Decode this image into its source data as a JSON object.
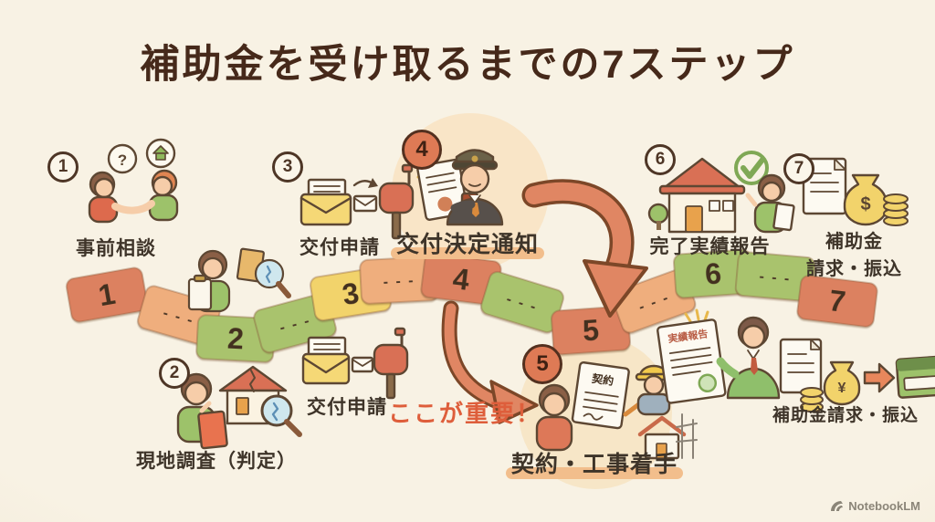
{
  "title": "補助金を受け取るまでの7ステップ",
  "steps": [
    {
      "num": "1",
      "label": "事前相談"
    },
    {
      "num": "2",
      "label": "現地調査（判定）"
    },
    {
      "num": "3",
      "label": "交付申請"
    },
    {
      "num": "4",
      "label": "交付決定通知"
    },
    {
      "num": "5",
      "label": "契約・工事着手"
    },
    {
      "num": "6",
      "label": "完了実績報告"
    },
    {
      "num": "7",
      "label": "補助金",
      "label2": "請求・振込"
    }
  ],
  "extras": {
    "application_label": "交付申請",
    "claim_label": "補助金請求・振込",
    "important_note": "ここが重要！",
    "contract_doc_text": "契約",
    "report_doc_text": "実績報告",
    "question_mark": "?",
    "dollar_sign": "$",
    "yen_sign": "¥"
  },
  "path_tiles": [
    {
      "text": "1",
      "color": "#DC8160"
    },
    {
      "text": "- - -",
      "color": "#EFAE7D"
    },
    {
      "text": "2",
      "color": "#A9C36D"
    },
    {
      "text": "- - -",
      "color": "#A9C36D"
    },
    {
      "text": "3",
      "color": "#F2D36B"
    },
    {
      "text": "- - -",
      "color": "#EFAE7D"
    },
    {
      "text": "4",
      "color": "#DC8160"
    },
    {
      "text": "- - -",
      "color": "#A9C36D"
    },
    {
      "text": "5",
      "color": "#DC8160"
    },
    {
      "text": "- - -",
      "color": "#EFAE7D"
    },
    {
      "text": "6",
      "color": "#A9C36D"
    },
    {
      "text": "- - -",
      "color": "#A9C36D"
    },
    {
      "text": "7",
      "color": "#DC8160"
    }
  ],
  "watermark": "NotebookLM",
  "colors": {
    "background": "#F7F1E3",
    "title": "#46291A",
    "label": "#3E3429",
    "accent_red": "#DE5E3B",
    "highlight_bar": "#F2BE8C",
    "arrow": "#E08663",
    "tile_red": "#DC8160",
    "tile_orange": "#EFAE7D",
    "tile_green": "#A9C36D",
    "tile_yellow": "#F2D36B",
    "circle_fill": "#DE7A55"
  }
}
